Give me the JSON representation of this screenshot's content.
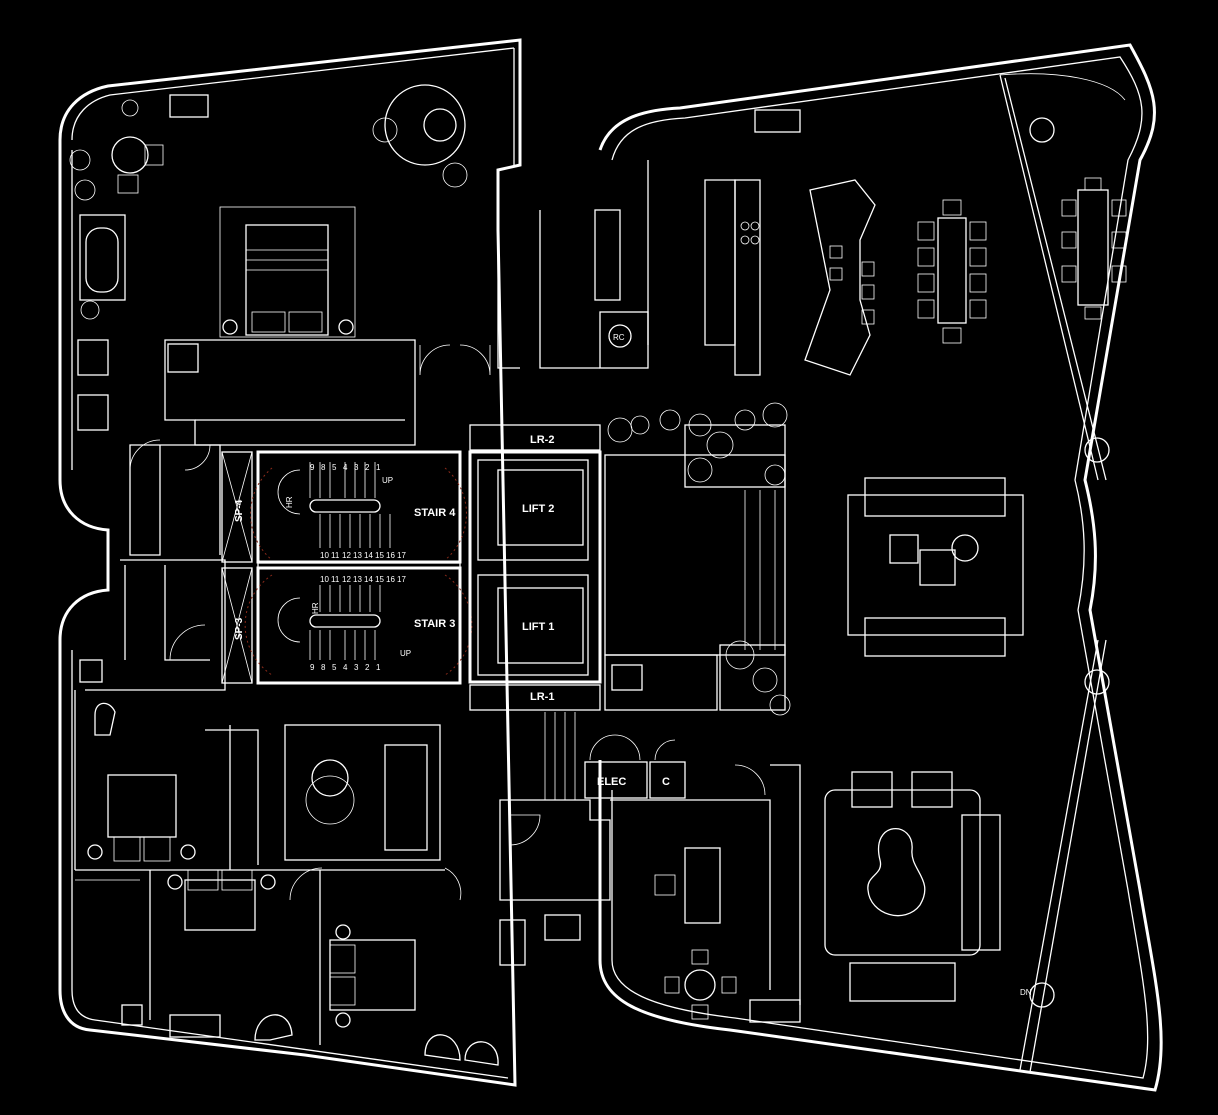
{
  "labels": {
    "stair_4": "STAIR 4",
    "stair_3": "STAIR 3",
    "lift_2": "LIFT 2",
    "lift_1": "LIFT 1",
    "lr_2": "LR-2",
    "lr_1": "LR-1",
    "elec": "ELEC",
    "c": "C",
    "rc": "RC",
    "sp_4": "SP-4",
    "sp_3": "SP-3",
    "hr": "HR",
    "up": "UP",
    "dn": "DN"
  },
  "stair_steps": {
    "stair4_top": [
      "9",
      "8",
      "5",
      "4",
      "3",
      "2",
      "1"
    ],
    "stair4_bottom": [
      "10",
      "11",
      "12",
      "13",
      "14",
      "15",
      "16",
      "17"
    ],
    "stair3_top": [
      "10",
      "11",
      "12",
      "13",
      "14",
      "15",
      "16",
      "17"
    ],
    "stair3_bottom": [
      "9",
      "8",
      "5",
      "4",
      "3",
      "2",
      "1"
    ]
  },
  "colors": {
    "background": "#000000",
    "line": "#ffffff",
    "accent": "#8a2a1a"
  }
}
